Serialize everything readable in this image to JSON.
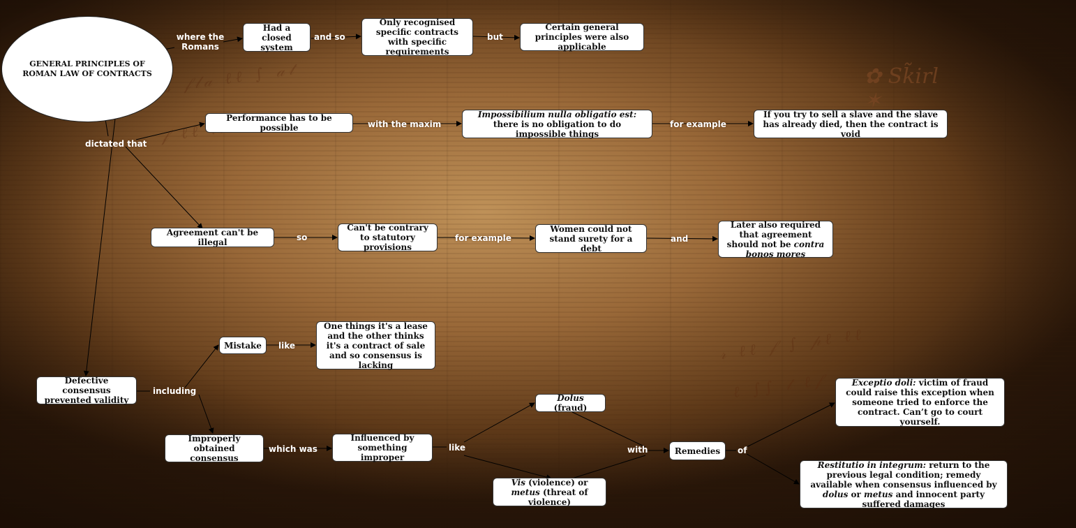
{
  "root": {
    "line1": "GENERAL PRINCIPLES OF",
    "line2": "ROMAN LAW OF CONTRACTS"
  },
  "nodes": {
    "closed_system": "Had a closed system",
    "recognised": "Only recognised specific contracts with specific requirements",
    "general_principles": "Certain general principles were also applicable",
    "performance": "Performance has to be possible",
    "maxim_italic": "Impossibilium nulla obligatio est:",
    "maxim_rest": " there is no obligation to do impossible things",
    "slave_example": "If you try to sell a slave and the slave has already died, then the contract is void",
    "illegal": "Agreement can't be illegal",
    "statutory": "Can't be contrary to statutory provisions",
    "surety": "Women could not stand surety for a debt",
    "bonos_text": "Later also required that agreement should not be ",
    "bonos_italic": "contra bonos mores",
    "mistake": "Mistake",
    "lease_example": "One things it's a lease and the other thinks it's a contract of sale and so consensus is lacking",
    "defective": "Defective consensus prevented validity",
    "improper_consensus": "Improperly obtained consensus",
    "influenced": "Influenced by something improper",
    "dolus_italic": "Dolus",
    "dolus_rest": " (fraud)",
    "vis_italic": "Vis",
    "vis_mid": " (violence) or ",
    "metus_italic": "metus",
    "vis_rest": " (threat of violence)",
    "remedies": "Remedies",
    "exceptio_italic": "Exceptio doli:",
    "exceptio_rest": " victim of fraud could raise this exception when someone tried to enforce the contract. Can’t go to court yourself.",
    "restitutio_italic": "Restitutio in integrum:",
    "restitutio_rest1": " return to the previous legal condition; remedy available when consensus influenced by ",
    "restitutio_dolus": "dolus",
    "restitutio_or": " or ",
    "restitutio_metus": "metus",
    "restitutio_rest2": " and innocent party suffered damages"
  },
  "labels": {
    "where_romans": "where the\nRomans",
    "and_so": "and so",
    "but": "but",
    "dictated_that": "dictated that",
    "with_maxim": "with the maxim",
    "for_example_1": "for example",
    "so": "so",
    "for_example_2": "for example",
    "and": "and",
    "like_1": "like",
    "including": "including",
    "which_was": "which was",
    "like_2": "like",
    "with": "with",
    "of": "of"
  },
  "logo": "Skirl"
}
